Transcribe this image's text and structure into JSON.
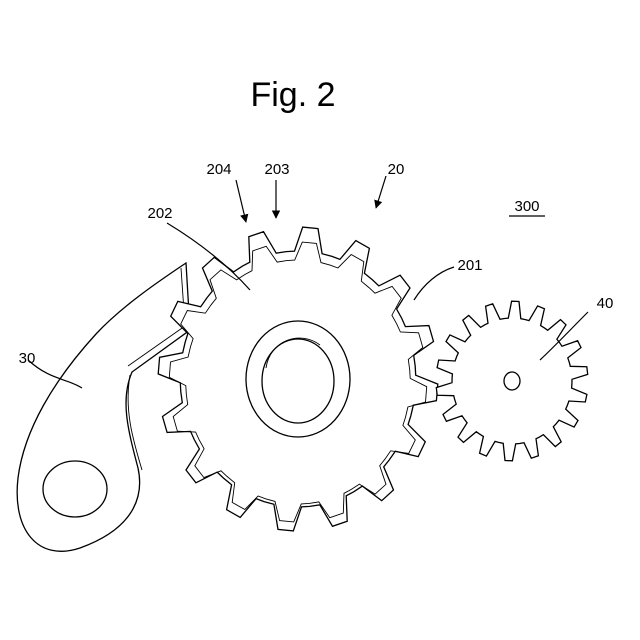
{
  "figure": {
    "title": "Fig. 2",
    "labels": {
      "assembly": "300",
      "large_gear": "20",
      "tooth_a": "204",
      "tooth_b": "203",
      "gear_face": "202",
      "tooth_surface": "201",
      "small_gear": "40",
      "lever": "30"
    }
  }
}
